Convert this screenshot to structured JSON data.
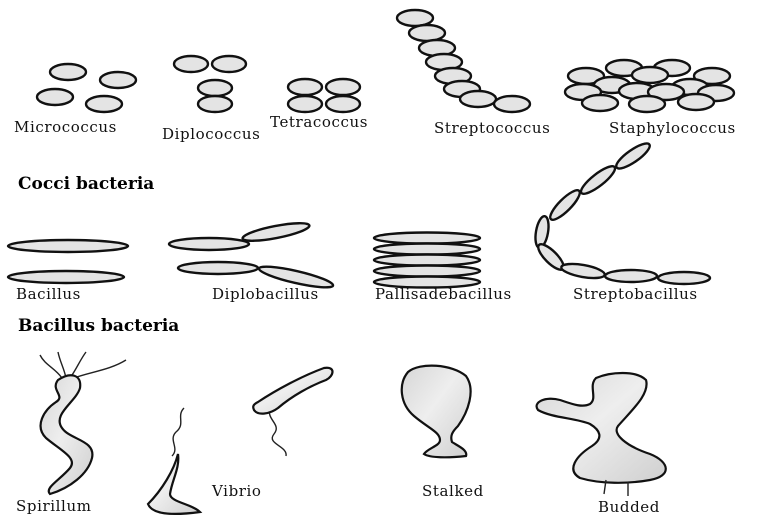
{
  "colors": {
    "cell_fill": "#e4e4e4",
    "cell_outline": "#111111",
    "background": "#ffffff"
  },
  "sections": [
    {
      "heading": "Cocci bacteria",
      "labels": {
        "micrococcus": "Micrococcus",
        "diplococcus": "Diplococcus",
        "tetracoccus": "Tetracoccus",
        "streptococcus": "Streptococcus",
        "staphylococcus": "Staphylococcus"
      }
    },
    {
      "heading": "Bacillus bacteria",
      "labels": {
        "bacillus": "Bacillus",
        "diplobacillus": "Diplobacillus",
        "pallisadebacillus": "Pallisadebacillus",
        "streptobacillus": "Streptobacillus"
      }
    },
    {
      "heading": "",
      "labels": {
        "spirillum": "Spirillum",
        "vibrio": "Vibrio",
        "stalked": "Stalked",
        "budded": "Budded"
      }
    }
  ]
}
